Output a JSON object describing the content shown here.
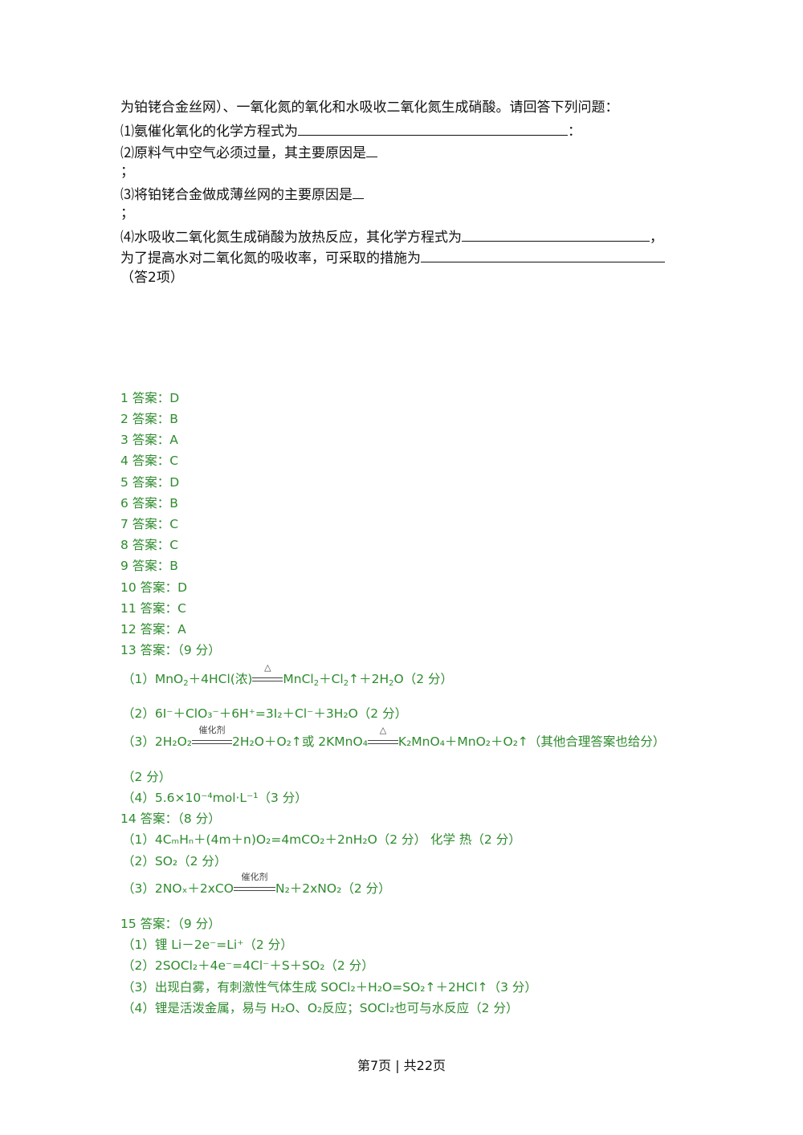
{
  "question": {
    "line1": "为铂铑合金丝网）、一氧化氮的氧化和水吸收二氧化氮生成硝酸。请回答下列问题：",
    "q1_label": "⑴氨催化氧化的化学方程式为",
    "q1_end": "：",
    "q2_label": "⑵原料气中空气必须过量，其主要原因是",
    "q2_end": "；",
    "q3_label": "⑶将铂铑合金做成薄丝网的主要原因是",
    "q3_end": "；",
    "q4_label": "⑷水吸收二氧化氮生成硝酸为放热反应，其化学方程式为",
    "q4_sep": "，",
    "q4_line2": "为了提高水对二氧化氮的吸收率，可采取的措施为",
    "q4_note": "（答2项）"
  },
  "answers": [
    "1 答案：D",
    "2 答案：B",
    "3 答案：A",
    "4 答案：C",
    "5 答案：D",
    "6 答案：B",
    "7 答案：C",
    "8 答案：C",
    "9 答案：B",
    "10 答案：D",
    "11 答案：C",
    "12 答案：A"
  ],
  "a13": {
    "title": "13 答案：（9 分）",
    "p1a": "（1）MnO",
    "p1b": "2",
    "p1c": "＋4HCl(浓)",
    "p1_cond": "△",
    "p1d": "MnCl",
    "p1e": "2",
    "p1f": "＋Cl",
    "p1g": "2",
    "p1h": "↑＋2H",
    "p1i": "2",
    "p1j": "O（2 分）",
    "p2": "（2）6I⁻＋ClO₃⁻＋6H⁺=3I₂＋Cl⁻＋3H₂O（2 分）",
    "p3a": "（3）2H₂O₂",
    "p3_cond1": "催化剂",
    "p3b": "2H₂O＋O₂↑或 2KMnO₄",
    "p3_cond2": "△",
    "p3c": "K₂MnO₄＋MnO₂＋O₂↑（其他合理答案也给分）",
    "p3d": "（2 分）",
    "p4": "（4）5.6×10⁻⁴mol·L⁻¹（3 分）"
  },
  "a14": {
    "title": "14 答案：（8 分）",
    "p1": "（1）4CₘHₙ＋(4m＋n)O₂=4mCO₂＋2nH₂O（2 分）  化学    热（2 分）",
    "p2": "（2）SO₂（2 分）",
    "p3a": "（3）2NOₓ＋2xCO",
    "p3_cond": "催化剂",
    "p3b": "N₂＋2xNO₂（2 分）"
  },
  "a15": {
    "title": "15 答案：（9 分）",
    "p1": "（1）锂  Li－2e⁻=Li⁺（2 分）",
    "p2": "（2）2SOCl₂＋4e⁻=4Cl⁻＋S＋SO₂（2 分）",
    "p3": "（3）出现白雾，有刺激性气体生成  SOCl₂＋H₂O=SO₂↑＋2HCl↑（3 分）",
    "p4": "（4）锂是活泼金属，易与 H₂O、O₂反应；SOCl₂也可与水反应（2 分）"
  },
  "footer": "第7页 | 共22页",
  "colors": {
    "answer": "#2e8b2e",
    "text": "#111111"
  }
}
